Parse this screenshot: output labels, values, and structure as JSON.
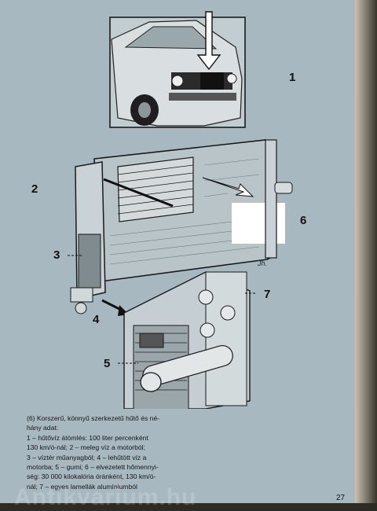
{
  "figure": {
    "labels": [
      "1",
      "2",
      "3",
      "4",
      "5",
      "6",
      "7"
    ],
    "signature": "Jh."
  },
  "caption": {
    "lines": [
      "(6) Korszerű, könnyű szerkezetű hűtő és né-",
      "hány adat:",
      "1 – hűtővíz átömlés: 100 liter percenként",
      "130 km/ó-nál; 2 – meleg víz a motorból;",
      "3 – víztér műanyagból; 4 – lehűtött víz a",
      "motorba; 5 – gumi; 6 – elvezetett hőmennyi-",
      "ség: 30 000 kilokalória óránként, 130 km/ó-",
      "nál; 7 – egyes lamellák alumíniumból"
    ]
  },
  "page_number": "27",
  "watermark": "Antikvarium.hu"
}
